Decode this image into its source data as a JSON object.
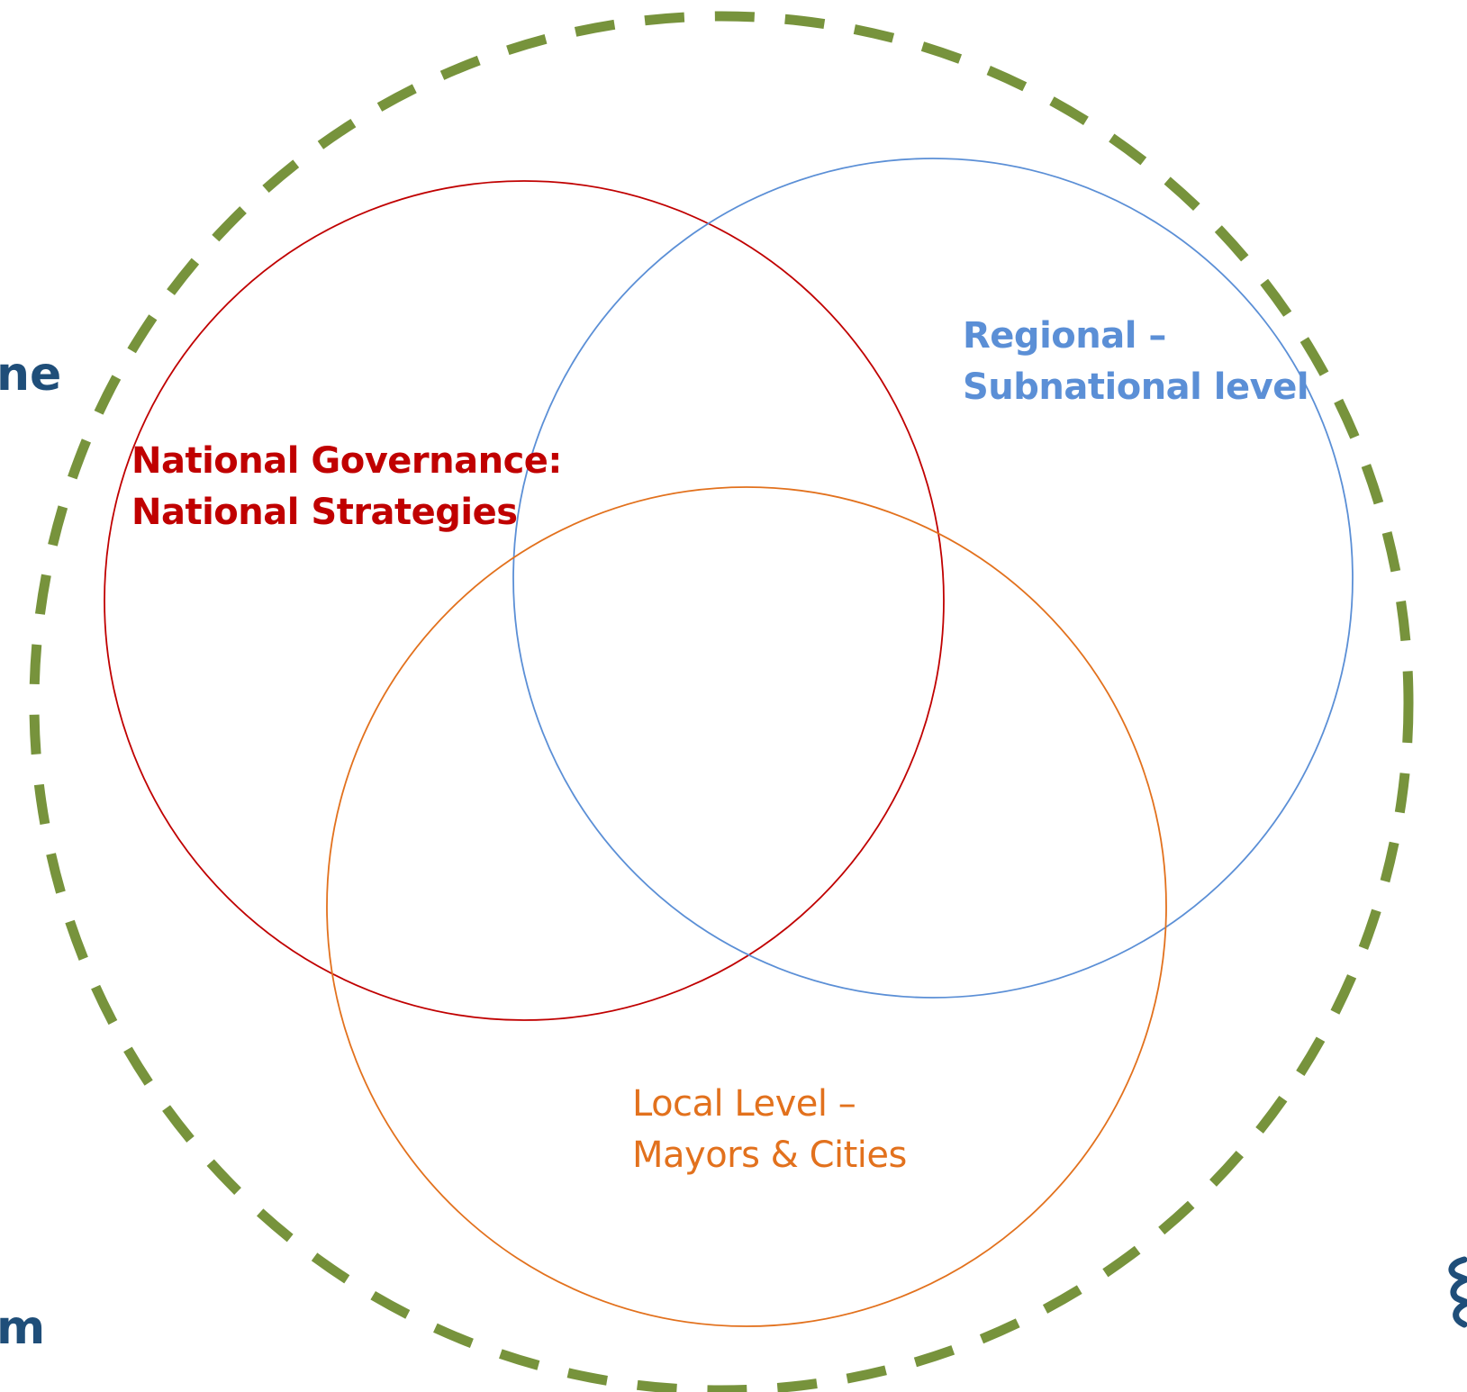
{
  "diagram": {
    "circles": {
      "outer": {
        "style": "dashed",
        "color": "#77933C"
      },
      "national": {
        "color": "#C00000"
      },
      "regional": {
        "color": "#5B8FD6"
      },
      "local": {
        "color": "#E2711D"
      }
    },
    "labels": {
      "national": {
        "line1": "National Governance:",
        "line2": "National Strategies",
        "color": "#C00000"
      },
      "regional": {
        "line1": "Regional –",
        "line2": "Subnational level",
        "color": "#5B8FD6"
      },
      "local": {
        "line1": "Local Level –",
        "line2": "Mayors & Cities",
        "color": "#E2711D"
      }
    }
  },
  "edge_fragments": {
    "top_left_text": "ne",
    "bottom_left_text": "m",
    "text_color": "#1F4E79",
    "logo_color": "#1F4E79",
    "logo_icon": "partial-logo-icon"
  }
}
